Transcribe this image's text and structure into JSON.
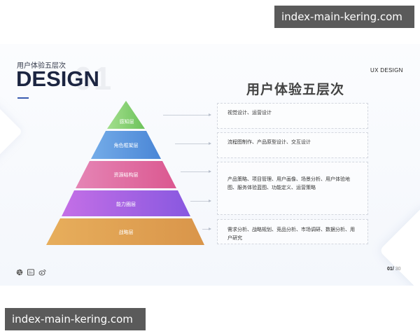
{
  "watermarks": {
    "top": "index-main-kering.com",
    "bottom": "index-main-kering.com"
  },
  "slide": {
    "subtitle_cn": "用户体验五层次",
    "title": "DESIGN",
    "background_number": "01",
    "tag": "UX DESIGN",
    "main_title": "用户体验五层次",
    "accent_color": "#3a5bb0",
    "pyramid": {
      "layers": [
        {
          "label": "感知层",
          "color_start": "#9fdc8a",
          "color_end": "#6cc25a"
        },
        {
          "label": "角色框架层",
          "color_start": "#6fa7e6",
          "color_end": "#4a86d6"
        },
        {
          "label": "资源结构层",
          "color_start": "#e27fb1",
          "color_end": "#dc5a93"
        },
        {
          "label": "能力圈层",
          "color_start": "#c06be6",
          "color_end": "#8b5ae0"
        },
        {
          "label": "战略层",
          "color_start": "#e6ad5a",
          "color_end": "#d9964a"
        }
      ]
    },
    "boxes": [
      {
        "text": "视觉设计、运营设计"
      },
      {
        "text": "流程图制作、产品原型设计、交互设计"
      },
      {
        "text": "产品策略、项目管理、用户画像、场景分析、用户体验地图、服务体验蓝图、功能定义、运营策略"
      },
      {
        "text": "需求分析、战略规划、竞品分析、市场调研、数据分析、用户研究"
      }
    ],
    "footer": {
      "social_icons": [
        "dribbble-icon",
        "behance-icon",
        "weibo-icon"
      ],
      "page_current": "01",
      "page_separator": "/",
      "page_total": " 30"
    }
  }
}
